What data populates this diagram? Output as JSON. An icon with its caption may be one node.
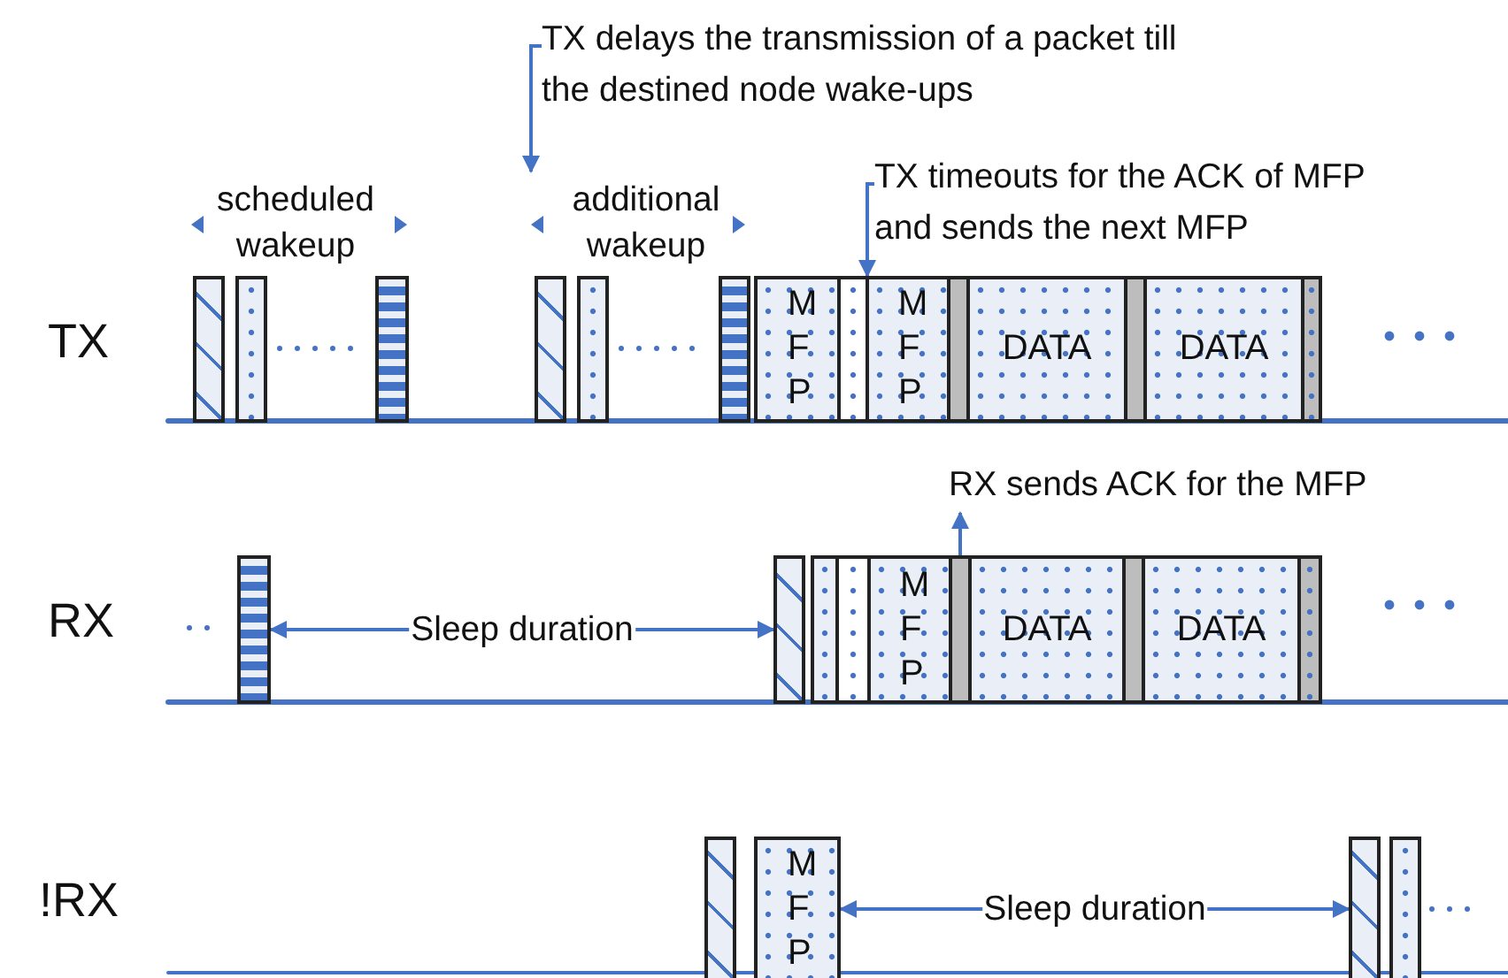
{
  "diagram": {
    "nodes": [
      {
        "text": [
          "TX delays the transmission of a packet till the destined node wake-ups"
        ]
      },
      {
        "text": [
          "TX timeouts for the ACK of MFP and sends the next MFP"
        ]
      },
      {
        "text": [],
        "shape": "box"
      },
      {
        "text": [],
        "shape": "box"
      },
      {
        "text": [],
        "shape": "box"
      },
      {
        "text": [],
        "shape": "box"
      },
      {
        "text": [],
        "shape": "box"
      },
      {
        "text": [],
        "shape": "box"
      },
      {
        "text": [
          "MFP"
        ]
      },
      {
        "text": [],
        "shape": "box"
      },
      {
        "text": [
          "MFP"
        ]
      },
      {
        "text": [],
        "shape": "box"
      },
      {
        "text": [
          "DATA"
        ]
      },
      {
        "text": [],
        "shape": "box"
      },
      {
        "text": [
          "DATA"
        ]
      },
      {
        "text": [],
        "shape": "box"
      },
      {
        "text": [
          "RX sends ACK for the MFP"
        ]
      },
      {
        "text": [],
        "shape": "box"
      },
      {
        "text": [],
        "shape": "box"
      },
      {
        "text": [],
        "shape": "box"
      },
      {
        "text": [],
        "shape": "box"
      },
      {
        "text": [
          "MFP"
        ]
      },
      {
        "text": [],
        "shape": "box"
      },
      {
        "text": [
          "DATA"
        ]
      },
      {
        "text": [],
        "shape": "box"
      },
      {
        "text": [
          "DATA"
        ]
      },
      {
        "text": [],
        "shape": "box"
      },
      {
        "text": [],
        "shape": "box"
      },
      {
        "text": [
          "MFP"
        ]
      },
      {
        "text": [],
        "shape": "box"
      },
      {
        "text": [],
        "shape": "box"
      }
    ],
    "edges": [
      {
        "from": 0,
        "to": null,
        "arrow": "to"
      },
      {
        "from": 1,
        "to": 9,
        "arrow": "to"
      },
      {
        "from": 22,
        "to": 16,
        "arrow": "to"
      },
      {
        "from": 17,
        "to": 18,
        "arrow": "both",
        "label": "Sleep duration"
      },
      {
        "from": 28,
        "to": 29,
        "arrow": "both",
        "label": "Sleep duration"
      }
    ],
    "labels": [
      "scheduled wakeup",
      "additional wakeup",
      "TX",
      "RX",
      "!RX"
    ]
  }
}
